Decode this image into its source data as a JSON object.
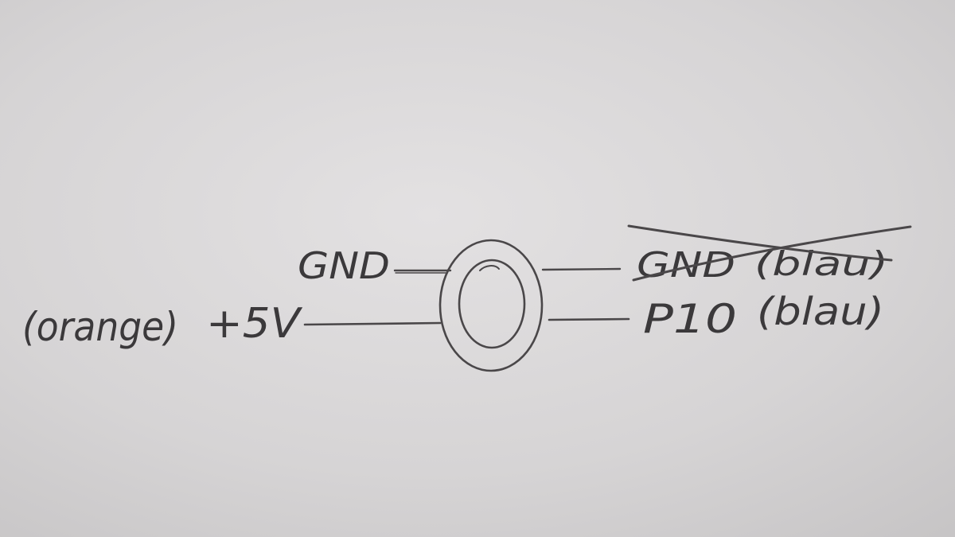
{
  "labels": {
    "gnd_left": "GND",
    "supply_color": "(orange)",
    "supply": "+5V",
    "gnd_right": "GND",
    "gnd_right_color": "(blau)",
    "signal": "P10",
    "signal_color": "(blau)"
  },
  "colors": {
    "paper": "#d9d7d8",
    "ink": "#3b393b"
  }
}
